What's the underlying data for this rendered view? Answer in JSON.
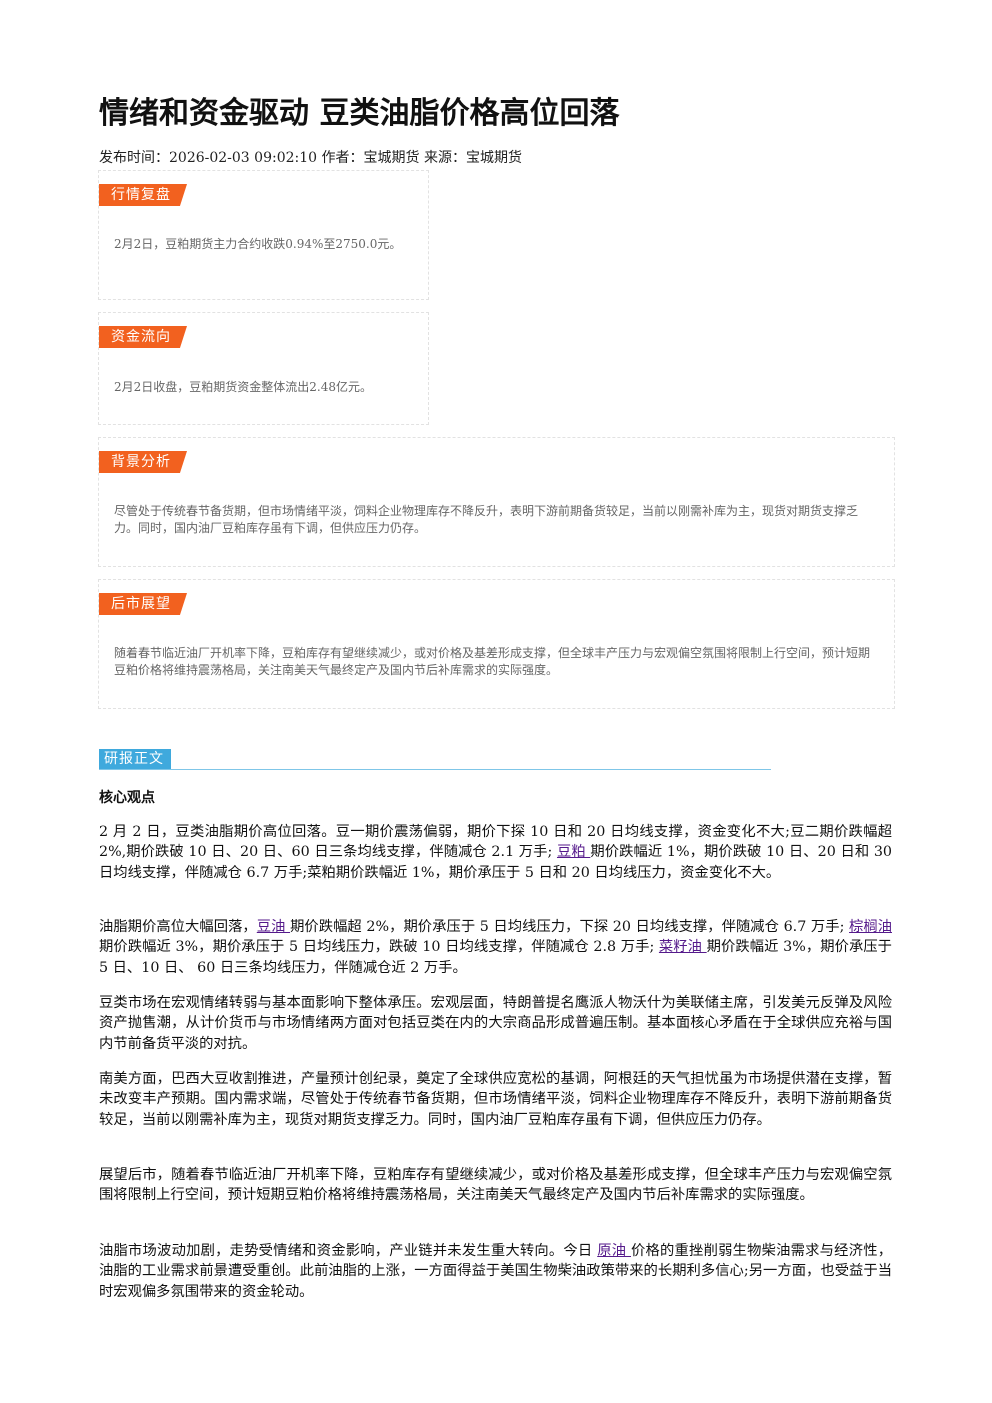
{
  "title": "情绪和资金驱动 豆类油脂价格高位回落",
  "meta": "发布时间：2026-02-03 09:02:10 作者：宝城期货 来源：宝城期货",
  "cards": {
    "market_review": {
      "tag": "行情复盘",
      "text": "2月2日，豆粕期货主力合约收跌0.94%至2750.0元。"
    },
    "fund_flow": {
      "tag": "资金流向",
      "text": "2月2日收盘，豆粕期货资金整体流出2.48亿元。"
    },
    "background": {
      "tag": "背景分析",
      "text": "尽管处于传统春节备货期，但市场情绪平淡，饲料企业物理库存不降反升，表明下游前期备货较足，当前以刚需补库为主，现货对期货支撑乏力。同时，国内油厂豆粕库存虽有下调，但供应压力仍存。"
    },
    "outlook": {
      "tag": "后市展望",
      "text": "随着春节临近油厂开机率下降，豆粕库存有望继续减少，或对价格及基差形成支撑，但全球丰产压力与宏观偏空氛围将限制上行空间，预计短期豆粕价格将维持震荡格局，关注南美天气最终定产及国内节后补库需求的实际强度。"
    }
  },
  "report": {
    "section_label": "研报正文",
    "core_heading": "核心观点",
    "p1": {
      "a": "2 月 2 日，豆类油脂期价高位回落。豆一期价震荡偏弱，期价下探 10 日和 20 日均线支撑，资金变化不大;豆二期价跌幅超 2%,期价跌破 10 日、20 日、60 日三条均线支撑，伴随减仓 2.1 万手; ",
      "link1": "豆粕 ",
      "b": "期价跌幅近 1%，期价跌破 10 日、20 日和 30 日均线支撑，伴随减仓 6.7 万手;菜粕期价跌幅近 1%，期价承压于 5 日和 20 日均线压力，资金变化不大。"
    },
    "p2": {
      "a": "油脂期价高位大幅回落，",
      "link1": "豆油 ",
      "b": "期价跌幅超 2%，期价承压于 5 日均线压力，下探 20 日均线支撑，伴随减仓 6.7 万手; ",
      "link2": "棕榈油 ",
      "c": "期价跌幅近 3%，期价承压于 5 日均线压力，跌破 10 日均线支撑，伴随减仓 2.8 万手; ",
      "link3": "菜籽油 ",
      "d": "期价跌幅近 3%，期价承压于 5 日、10 日、 60 日三条均线压力，伴随减仓近 2 万手。"
    },
    "p3": "豆类市场在宏观情绪转弱与基本面影响下整体承压。宏观层面，特朗普提名鹰派人物沃什为美联储主席，引发美元反弹及风险资产抛售潮，从计价货币与市场情绪两方面对包括豆类在内的大宗商品形成普遍压制。基本面核心矛盾在于全球供应充裕与国内节前备货平淡的对抗。",
    "p4": "南美方面，巴西大豆收割推进，产量预计创纪录，奠定了全球供应宽松的基调，阿根廷的天气担忧虽为市场提供潜在支撑，暂未改变丰产预期。国内需求端，尽管处于传统春节备货期，但市场情绪平淡，饲料企业物理库存不降反升，表明下游前期备货较足，当前以刚需补库为主，现货对期货支撑乏力。同时，国内油厂豆粕库存虽有下调，但供应压力仍存。",
    "p5": "展望后市，随着春节临近油厂开机率下降，豆粕库存有望继续减少，或对价格及基差形成支撑，但全球丰产压力与宏观偏空氛围将限制上行空间，预计短期豆粕价格将维持震荡格局，关注南美天气最终定产及国内节后补库需求的实际强度。",
    "p6": {
      "a": "油脂市场波动加剧，走势受情绪和资金影响，产业链并未发生重大转向。今日 ",
      "link1": "原油 ",
      "b": "价格的重挫削弱生物柴油需求与经济性，油脂的工业需求前景遭受重创。此前油脂的上涨，一方面得益于美国生物柴油政策带来的长期利多信心;另一方面，也受益于当时宏观偏多氛围带来的资金轮动。"
    }
  },
  "colors": {
    "tag_orange": "#f2611f",
    "tag_blue": "#3fa9dd",
    "link_purple": "#551a8b"
  }
}
